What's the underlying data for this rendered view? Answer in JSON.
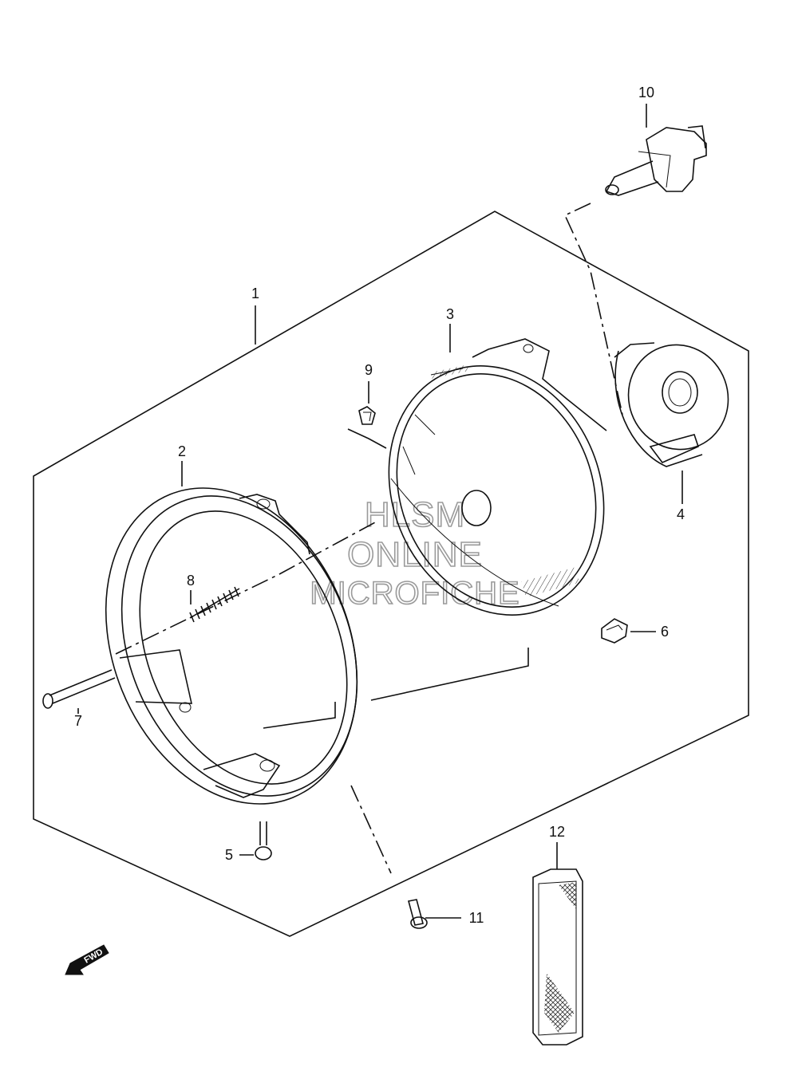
{
  "watermark": {
    "line1": "HLSM",
    "line2": "ONLINE",
    "line3": "MICROFICHE"
  },
  "direction_label": "FWD",
  "callouts": {
    "c1": "1",
    "c2": "2",
    "c3": "3",
    "c4": "4",
    "c5": "5",
    "c6": "6",
    "c7": "7",
    "c8": "8",
    "c9": "9",
    "c10": "10",
    "c11": "11",
    "c12": "12"
  },
  "icons": {
    "bulb": "headlight-bulb-icon",
    "fwd_arrow": "forward-arrow-icon"
  }
}
